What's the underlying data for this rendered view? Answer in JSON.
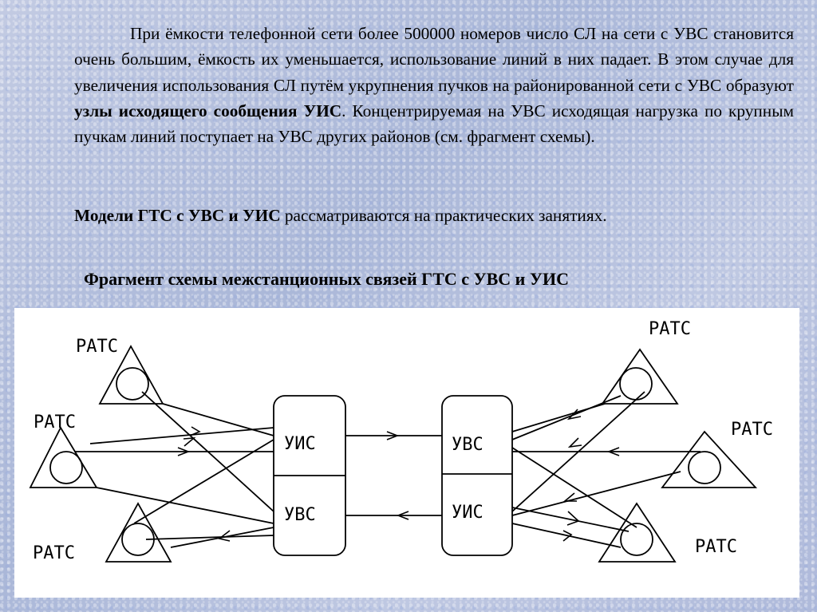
{
  "paragraph": {
    "part1": "При ёмкости телефонной сети более 500000 номеров число СЛ на сети с УВС становится очень большим, ёмкость их уменьшается, использование линий в них падает. В этом случае для увеличения использования СЛ путём укрупнения пучков на районированной сети с УВС образуют ",
    "bold": "узлы исходящего сообщения УИС",
    "part2": ". Концентрируемая на УВС исходящая нагрузка по крупным пучкам линий поступает на УВС других районов (см. фрагмент схемы)."
  },
  "paragraph2": {
    "bold": "Модели ГТС с УВС и УИС",
    "rest": " рассматриваются на практических занятиях."
  },
  "heading": "Фрагмент схемы межстанционных связей ГТС  с УВС и УИС",
  "diagram": {
    "ratc_label": "РАТС",
    "left_node": {
      "top": "УИС",
      "bottom": "УВС"
    },
    "right_node": {
      "top": "УВС",
      "bottom": "УИС"
    }
  }
}
